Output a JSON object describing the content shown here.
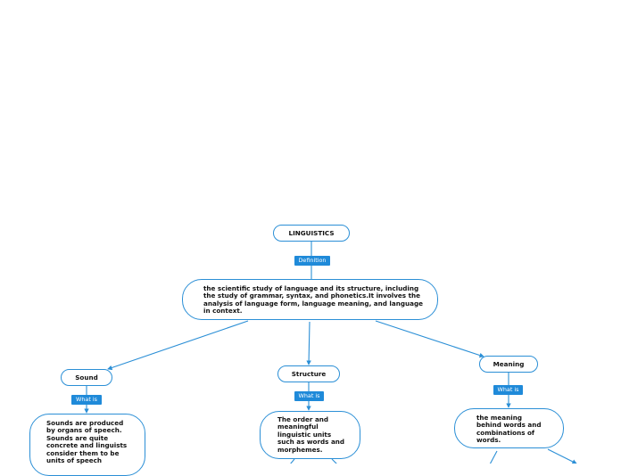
{
  "colors": {
    "accent": "#2b8fd6",
    "tag_bg": "#1f8ad9",
    "text": "#111111"
  },
  "root": {
    "title": "LINGUISTICS"
  },
  "root_link": "Definition",
  "definition": "the scientific study of language and its structure, including the study of grammar, syntax, and phonetics.It involves the analysis of language form, language meaning, and language in context.",
  "branches": {
    "sound": {
      "title": "Sound",
      "link": "What is",
      "text": "Sounds are produced by organs of speech. Sounds are quite concrete and linguists consider them to be units of speech"
    },
    "structure": {
      "title": "Structure",
      "link": "What is",
      "text": "The order and meaningful linguistic units such as words and morphemes."
    },
    "meaning": {
      "title": "Meaning",
      "link": "What is",
      "text": "the meaning behind words and combinations of words."
    }
  }
}
